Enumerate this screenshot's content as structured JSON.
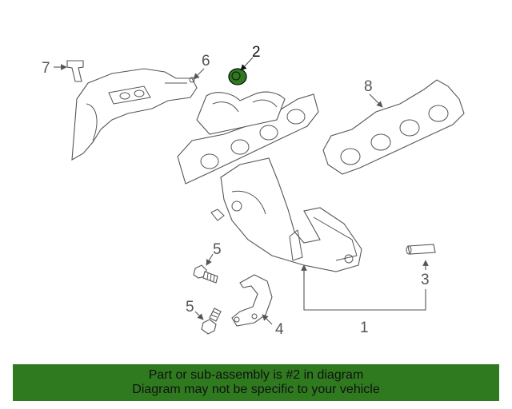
{
  "diagram": {
    "callouts": {
      "c1": "1",
      "c2": "2",
      "c3": "3",
      "c4": "4",
      "c5a": "5",
      "c5b": "5",
      "c6": "6",
      "c7": "7",
      "c8": "8"
    },
    "highlighted_part": "2",
    "highlight_color": "#2f7a1f",
    "icons": {
      "part-2": "flange-nut-icon",
      "part-3": "pipe-stud-icon",
      "part-4": "bracket-icon",
      "part-5": "bolt-icon",
      "part-6": "heat-shield-icon",
      "part-7": "clip-icon",
      "part-8": "gasket-icon",
      "part-1": "exhaust-manifold-icon"
    }
  },
  "banner": {
    "line1": "Part or sub-assembly is #2 in diagram",
    "line2": "Diagram may not be specific to your vehicle",
    "background": "#2f7a1f"
  }
}
